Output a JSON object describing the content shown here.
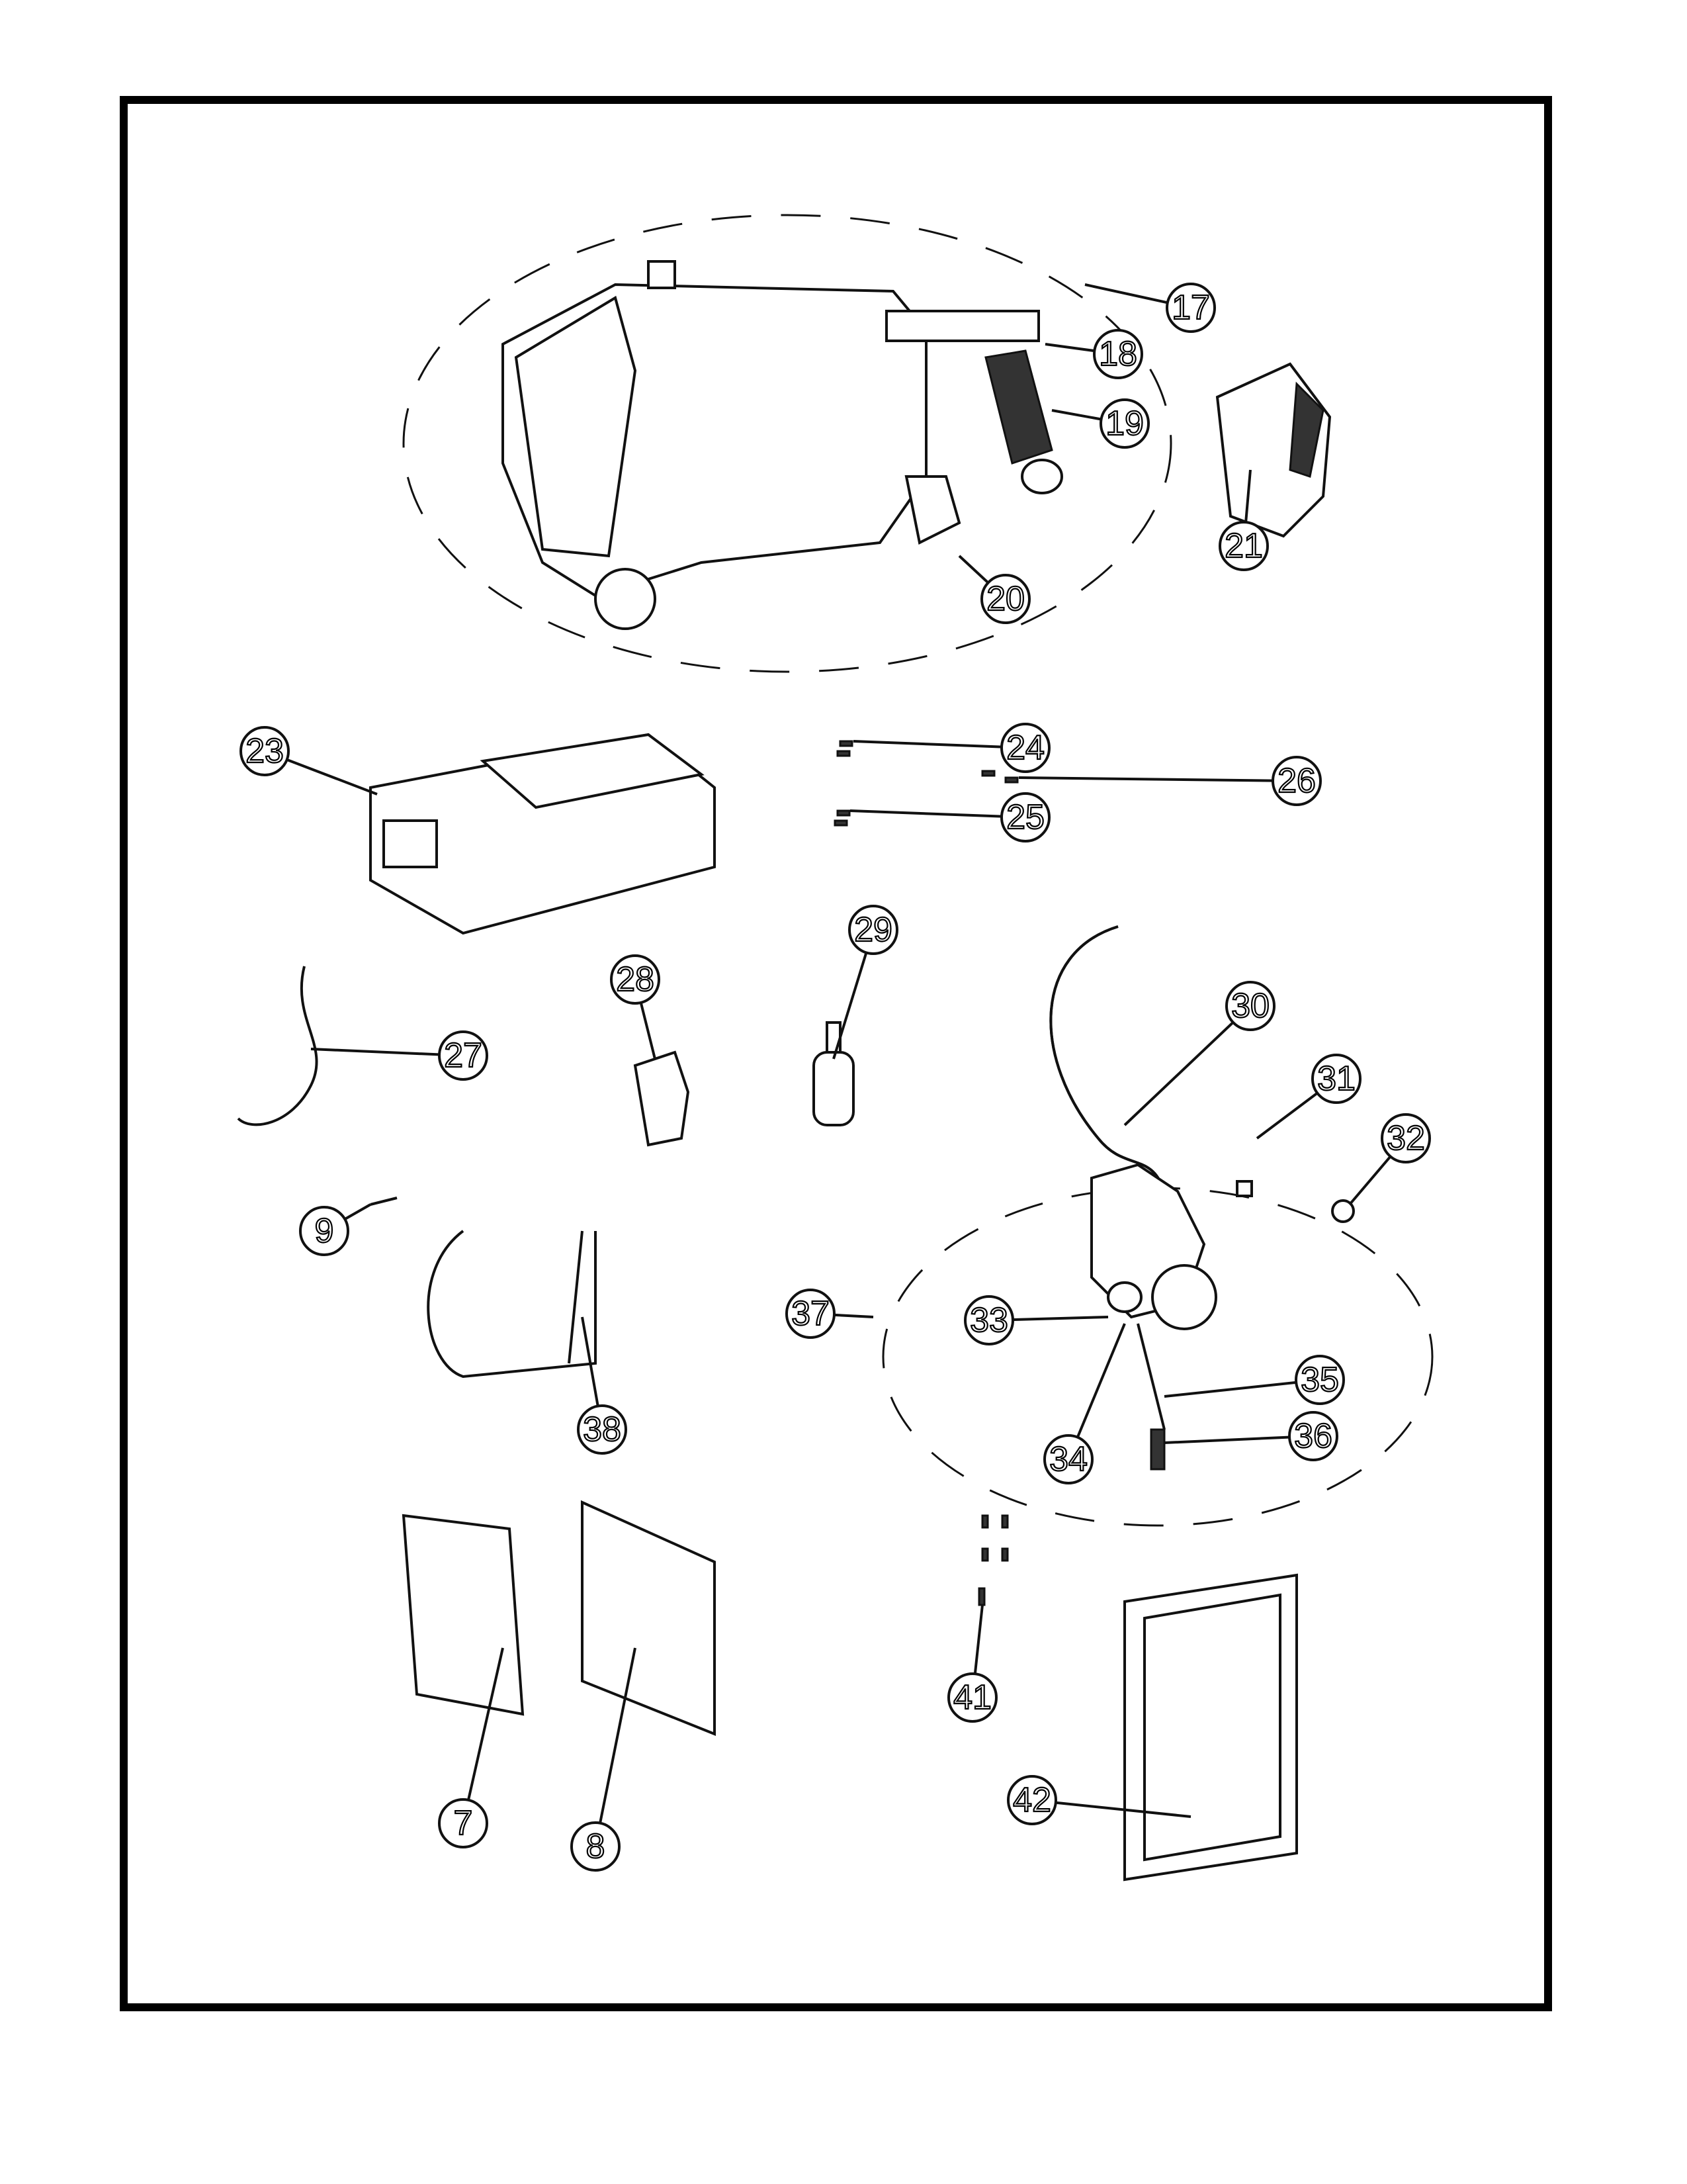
{
  "diagram": {
    "type": "exploded parts diagram",
    "callouts": [
      {
        "id": "c17",
        "label": "17"
      },
      {
        "id": "c18",
        "label": "18"
      },
      {
        "id": "c19",
        "label": "19"
      },
      {
        "id": "c20",
        "label": "20"
      },
      {
        "id": "c21",
        "label": "21"
      },
      {
        "id": "c23",
        "label": "23"
      },
      {
        "id": "c24",
        "label": "24"
      },
      {
        "id": "c25",
        "label": "25"
      },
      {
        "id": "c26",
        "label": "26"
      },
      {
        "id": "c27",
        "label": "27"
      },
      {
        "id": "c28",
        "label": "28"
      },
      {
        "id": "c29",
        "label": "29"
      },
      {
        "id": "c30",
        "label": "30"
      },
      {
        "id": "c31",
        "label": "31"
      },
      {
        "id": "c32",
        "label": "32"
      },
      {
        "id": "c9",
        "label": "9"
      },
      {
        "id": "c37",
        "label": "37"
      },
      {
        "id": "c33",
        "label": "33"
      },
      {
        "id": "c35",
        "label": "35"
      },
      {
        "id": "c36",
        "label": "36"
      },
      {
        "id": "c34",
        "label": "34"
      },
      {
        "id": "c38",
        "label": "38"
      },
      {
        "id": "c7",
        "label": "7"
      },
      {
        "id": "c8",
        "label": "8"
      },
      {
        "id": "c41",
        "label": "41"
      },
      {
        "id": "c42",
        "label": "42"
      }
    ]
  }
}
